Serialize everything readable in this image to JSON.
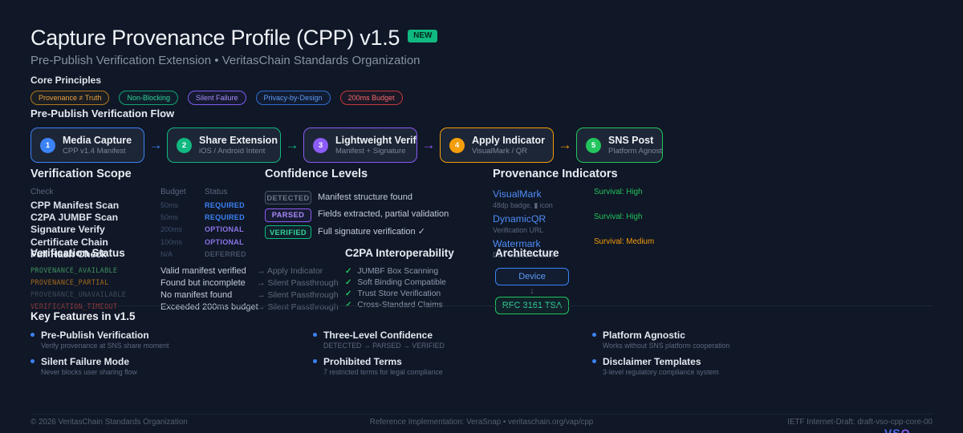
{
  "page": {
    "title": "Capture Provenance Profile (CPP) v1.5",
    "badge": "NEW",
    "subtitle": "Pre-Publish Verification Extension  •  VeritasChain Standards Organization",
    "core_principles_label": "Core Principles",
    "principles": [
      {
        "label": "Provenance ≠ Truth"
      },
      {
        "label": "Non-Blocking"
      },
      {
        "label": "Silent Failure"
      },
      {
        "label": "Privacy-by-Design"
      },
      {
        "label": "200ms Budget"
      }
    ]
  },
  "flow": {
    "title": "Pre-Publish Verification Flow",
    "arrow": "→",
    "steps": [
      {
        "num": "1",
        "title": "Media Capture",
        "subtitle": "CPP v1.4 Manifest"
      },
      {
        "num": "2",
        "title": "Share Extension",
        "subtitle": "iOS / Android Intent"
      },
      {
        "num": "3",
        "title": "Lightweight Verify",
        "subtitle": "Manifest + Signature"
      },
      {
        "num": "4",
        "title": "Apply Indicator",
        "subtitle": "VisualMark / QR"
      },
      {
        "num": "5",
        "title": "SNS Post",
        "subtitle": "Platform Agnostic"
      }
    ]
  },
  "scope": {
    "title": "Verification Scope",
    "headers": {
      "check": "Check",
      "budget": "Budget",
      "status": "Status"
    },
    "rows": [
      {
        "check": "CPP Manifest Scan",
        "budget": "50ms",
        "status": "REQUIRED"
      },
      {
        "check": "C2PA JUMBF Scan",
        "budget": "50ms",
        "status": "REQUIRED"
      },
      {
        "check": "Signature Verify",
        "budget": "200ms",
        "status": "OPTIONAL"
      },
      {
        "check": "Certificate Chain",
        "budget": "100ms",
        "status": "OPTIONAL"
      },
      {
        "check": "Full Hash Check",
        "budget": "N/A",
        "status": "DEFERRED"
      }
    ]
  },
  "status": {
    "title": "Verification Status",
    "rows": [
      {
        "code": "PROVENANCE_AVAILABLE",
        "desc": "Valid manifest verified",
        "action": "→ Apply Indicator"
      },
      {
        "code": "PROVENANCE_PARTIAL",
        "desc": "Found but incomplete",
        "action": "→ Silent Passthrough"
      },
      {
        "code": "PROVENANCE_UNAVAILABLE",
        "desc": "No manifest found",
        "action": "→ Silent Passthrough"
      },
      {
        "code": "VERIFICATION_TIMEOUT",
        "desc": "Exceeded 200ms budget",
        "action": "→ Silent Passthrough"
      }
    ]
  },
  "confidence": {
    "title": "Confidence Levels",
    "rows": [
      {
        "tag": "DETECTED",
        "desc": "Manifest structure found"
      },
      {
        "tag": "PARSED",
        "desc": "Fields extracted, partial validation"
      },
      {
        "tag": "VERIFIED",
        "desc": "Full signature verification ✓"
      }
    ]
  },
  "c2pa": {
    "title": "C2PA Interoperability",
    "check_glyph": "✓",
    "items": [
      "JUMBF Box Scanning",
      "Soft Binding Compatible",
      "Trust Store Verification",
      "Cross-Standard Claims"
    ]
  },
  "indicators": {
    "title": "Provenance Indicators",
    "items": [
      {
        "name": "VisualMark",
        "desc": "48dp badge, ▮ icon",
        "survival": "Survival: High"
      },
      {
        "name": "DynamicQR",
        "desc": "Verification URL",
        "survival": "Survival: High"
      },
      {
        "name": "Watermark",
        "desc": "DCT-based invisible",
        "survival": "Survival: Medium"
      }
    ]
  },
  "architecture": {
    "title": "Architecture",
    "arrow": "↓",
    "nodes": [
      {
        "label": "Device"
      },
      {
        "label": "RFC 3161 TSA"
      }
    ]
  },
  "features": {
    "title": "Key Features in v1.5",
    "columns": [
      [
        {
          "title": "Pre-Publish Verification",
          "desc": "Verify provenance at SNS share moment"
        },
        {
          "title": "Silent Failure Mode",
          "desc": "Never blocks user sharing flow"
        }
      ],
      [
        {
          "title": "Three-Level Confidence",
          "desc": "DETECTED → PARSED → VERIFIED"
        },
        {
          "title": "Prohibited Terms",
          "desc": "7 restricted terms for legal compliance"
        }
      ],
      [
        {
          "title": "Platform Agnostic",
          "desc": "Works without SNS platform cooperation"
        },
        {
          "title": "Disclaimer Templates",
          "desc": "3-level regulatory compliance system"
        }
      ]
    ]
  },
  "footer": {
    "left": "© 2026 VeritasChain Standards Organization",
    "center": "Reference Implementation: VeraSnap  •  veritaschain.org/vap/cpp",
    "right": "IETF Internet-Draft: draft-vso-cpp-core-00",
    "watermark_a": "VS",
    "watermark_b": "O"
  },
  "colors": {
    "background": "#101726",
    "accent_blue": "#3b82f6",
    "accent_green": "#10b981",
    "accent_purple": "#8b5cf6",
    "accent_orange": "#f59e0b",
    "accent_red": "#ef4444"
  }
}
